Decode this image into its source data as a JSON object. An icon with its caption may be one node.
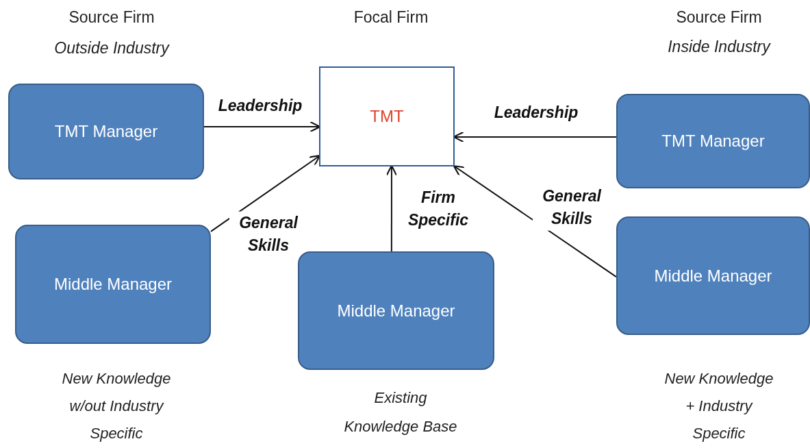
{
  "diagram": {
    "nodes": [
      {
        "text": [
          "TMT"
        ]
      },
      {
        "text": [
          "TMT Manager"
        ]
      },
      {
        "text": [
          "Middle Manager"
        ]
      },
      {
        "text": [
          "Middle Manager"
        ]
      },
      {
        "text": [
          "TMT Manager"
        ]
      },
      {
        "text": [
          "Middle Manager"
        ]
      }
    ],
    "edges": [
      {
        "from": 1,
        "to": 0,
        "arrow": "to",
        "label": "Leadership"
      },
      {
        "from": 2,
        "to": 0,
        "arrow": "to",
        "label": "General Skills"
      },
      {
        "from": 3,
        "to": 0,
        "arrow": "to",
        "label": "Firm Specific"
      },
      {
        "from": 4,
        "to": 0,
        "arrow": "to",
        "label": "Leadership"
      },
      {
        "from": 5,
        "to": 0,
        "arrow": "to",
        "label": "General Skills"
      }
    ],
    "labels": [
      "Source Firm",
      "Focal Firm",
      "Source Firm",
      "Outside Industry",
      "Inside Industry",
      "New Knowledge w/out Industry Specific",
      "Existing Knowledge Base",
      "New Knowledge + Industry Specific"
    ]
  }
}
